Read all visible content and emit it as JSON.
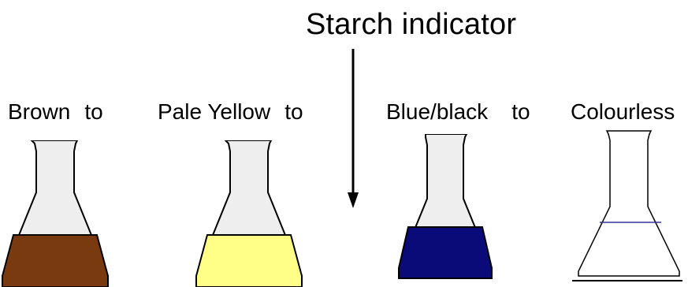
{
  "indicator_label": "Starch indicator",
  "stages": [
    {
      "word": "Brown",
      "connector": "to",
      "liquid_color": "#7a3a10"
    },
    {
      "word": "Pale Yellow",
      "connector": "to",
      "liquid_color": "#ffff88"
    },
    {
      "word": "Blue/black",
      "connector": "to",
      "liquid_color": "#0a0a78"
    },
    {
      "word": "Colourless",
      "connector": "",
      "liquid_color": "#ffffff"
    }
  ],
  "colors": {
    "glass": "#eeeeee",
    "outline": "#000000",
    "meniscus": "#333399"
  }
}
